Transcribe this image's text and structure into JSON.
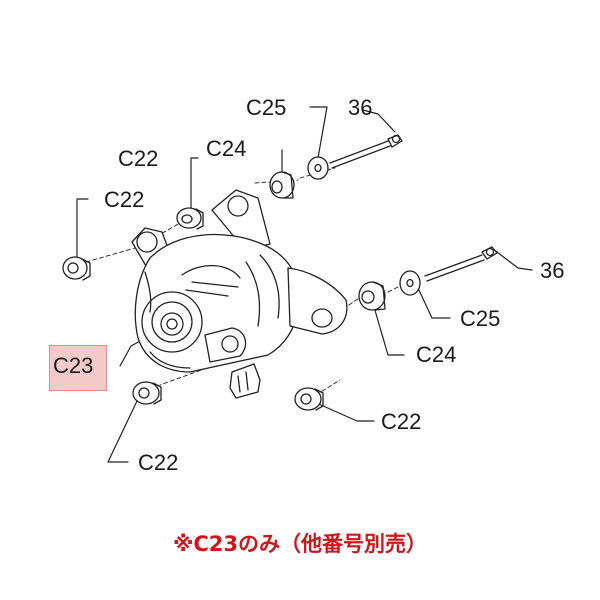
{
  "labels": {
    "c25_top": "C25",
    "n36_top": "36",
    "c24_top": "C24",
    "c22_upper": "C22",
    "c22_left": "C22",
    "n36_right": "36",
    "c25_right": "C25",
    "c24_right": "C24",
    "c23": "C23",
    "c22_lower_right": "C22",
    "c22_bottom": "C22"
  },
  "note": "※C23のみ（他番号別売）",
  "colors": {
    "note_text": "#d0141a",
    "highlight_fill": "#f4c9c9",
    "highlight_border": "#e48d8d",
    "line_art": "#222222"
  }
}
